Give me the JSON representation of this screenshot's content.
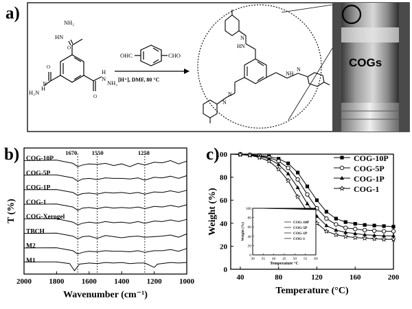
{
  "figure": {
    "panel_a_label": "a)",
    "panel_b_label": "b)",
    "panel_c_label": "c)"
  },
  "scheme": {
    "reagent_label": "OHC",
    "reagent_label_right": "CHO",
    "conditions": "[H⁺], DMF, 80 °C",
    "monomer_groups": [
      "NH₂",
      "HN",
      "H",
      "N",
      "NH₂",
      "H₂N",
      "N",
      "H"
    ],
    "product_groups": [
      "HN",
      "N",
      "NH",
      "N",
      "N",
      "N"
    ],
    "vial_label": "COGs"
  },
  "chart_data": [
    {
      "type": "line",
      "title": "",
      "xlabel": "Wavenumber (cm⁻¹)",
      "ylabel": "T (%)",
      "xlim": [
        2000,
        1000
      ],
      "x_ticks": [
        2000,
        1800,
        1600,
        1400,
        1200,
        1000
      ],
      "annotations": [
        "1670",
        "1550",
        "1258"
      ],
      "marker_lines_x": [
        1670,
        1550,
        1258
      ],
      "series": [
        {
          "name": "COG-10P",
          "x": [
            2000,
            1900,
            1800,
            1700,
            1670,
            1640,
            1600,
            1550,
            1500,
            1450,
            1400,
            1350,
            1300,
            1258,
            1200,
            1150,
            1100,
            1050,
            1000
          ],
          "y": [
            0.85,
            0.87,
            0.9,
            0.6,
            0.3,
            0.45,
            0.55,
            0.5,
            0.6,
            0.4,
            0.55,
            0.3,
            0.6,
            0.45,
            0.7,
            0.65,
            0.85,
            0.55,
            0.8
          ]
        },
        {
          "name": "COG-5P",
          "x": [
            2000,
            1900,
            1800,
            1700,
            1670,
            1640,
            1600,
            1550,
            1500,
            1450,
            1400,
            1350,
            1300,
            1258,
            1200,
            1150,
            1100,
            1050,
            1000
          ],
          "y": [
            0.85,
            0.87,
            0.88,
            0.6,
            0.3,
            0.5,
            0.55,
            0.45,
            0.6,
            0.55,
            0.55,
            0.5,
            0.6,
            0.4,
            0.65,
            0.6,
            0.75,
            0.55,
            0.8
          ]
        },
        {
          "name": "COG-1P",
          "x": [
            2000,
            1900,
            1800,
            1700,
            1670,
            1640,
            1600,
            1550,
            1500,
            1450,
            1400,
            1350,
            1300,
            1258,
            1200,
            1150,
            1100,
            1050,
            1000
          ],
          "y": [
            0.85,
            0.86,
            0.87,
            0.6,
            0.35,
            0.5,
            0.55,
            0.45,
            0.6,
            0.55,
            0.6,
            0.5,
            0.6,
            0.45,
            0.65,
            0.6,
            0.75,
            0.6,
            0.8
          ]
        },
        {
          "name": "COG-1",
          "x": [
            2000,
            1900,
            1800,
            1700,
            1670,
            1640,
            1600,
            1550,
            1500,
            1450,
            1400,
            1350,
            1300,
            1258,
            1200,
            1150,
            1100,
            1050,
            1000
          ],
          "y": [
            0.85,
            0.86,
            0.87,
            0.6,
            0.3,
            0.5,
            0.55,
            0.45,
            0.6,
            0.5,
            0.55,
            0.5,
            0.6,
            0.45,
            0.65,
            0.6,
            0.75,
            0.6,
            0.8
          ]
        },
        {
          "name": "COG-Xerogel",
          "x": [
            2000,
            1900,
            1800,
            1700,
            1670,
            1640,
            1600,
            1550,
            1500,
            1450,
            1400,
            1350,
            1300,
            1258,
            1200,
            1150,
            1100,
            1050,
            1000
          ],
          "y": [
            0.85,
            0.86,
            0.87,
            0.55,
            0.3,
            0.45,
            0.55,
            0.45,
            0.6,
            0.5,
            0.55,
            0.45,
            0.6,
            0.45,
            0.65,
            0.6,
            0.75,
            0.6,
            0.8
          ]
        },
        {
          "name": "TBCH",
          "x": [
            2000,
            1900,
            1800,
            1700,
            1670,
            1640,
            1600,
            1550,
            1500,
            1450,
            1400,
            1350,
            1300,
            1258,
            1200,
            1150,
            1100,
            1050,
            1000
          ],
          "y": [
            0.85,
            0.86,
            0.87,
            0.6,
            0.35,
            0.55,
            0.6,
            0.4,
            0.65,
            0.55,
            0.45,
            0.55,
            0.6,
            0.5,
            0.55,
            0.6,
            0.7,
            0.5,
            0.8
          ]
        },
        {
          "name": "M2",
          "x": [
            2000,
            1900,
            1800,
            1700,
            1670,
            1640,
            1600,
            1550,
            1500,
            1450,
            1400,
            1350,
            1300,
            1258,
            1200,
            1150,
            1100,
            1050,
            1000
          ],
          "y": [
            0.85,
            0.86,
            0.87,
            0.6,
            0.3,
            0.45,
            0.55,
            0.5,
            0.6,
            0.55,
            0.55,
            0.5,
            0.6,
            0.45,
            0.6,
            0.6,
            0.7,
            0.55,
            0.8
          ]
        },
        {
          "name": "M1",
          "x": [
            2000,
            1900,
            1800,
            1720,
            1690,
            1660,
            1600,
            1550,
            1500,
            1450,
            1400,
            1350,
            1300,
            1258,
            1200,
            1180,
            1100,
            1050,
            1000
          ],
          "y": [
            0.9,
            0.9,
            0.9,
            0.75,
            0.1,
            0.7,
            0.8,
            0.75,
            0.85,
            0.8,
            0.85,
            0.75,
            0.8,
            0.8,
            0.4,
            0.7,
            0.85,
            0.8,
            0.85
          ]
        }
      ]
    },
    {
      "type": "line",
      "title": "",
      "xlabel": "Temperature (°C)",
      "ylabel": "Weight (%)",
      "xlim": [
        30,
        200
      ],
      "ylim": [
        0,
        100
      ],
      "x_ticks": [
        40,
        80,
        120,
        160,
        200
      ],
      "y_ticks": [
        0,
        20,
        40,
        60,
        80,
        100
      ],
      "legend_position": "top-right",
      "series": [
        {
          "name": "COG-10P",
          "marker": "filled-square",
          "x": [
            30,
            40,
            50,
            60,
            70,
            80,
            90,
            100,
            110,
            120,
            130,
            140,
            150,
            160,
            170,
            180,
            190,
            200
          ],
          "y": [
            100,
            100,
            99.5,
            99,
            98,
            96,
            92,
            84,
            72,
            60,
            50,
            44,
            41,
            39.5,
            38.5,
            38,
            37.5,
            37
          ]
        },
        {
          "name": "COG-5P",
          "marker": "open-circle",
          "x": [
            30,
            40,
            50,
            60,
            70,
            80,
            90,
            100,
            110,
            120,
            130,
            140,
            150,
            160,
            170,
            180,
            190,
            200
          ],
          "y": [
            100,
            100,
            99.5,
            98.5,
            97,
            94,
            88,
            78,
            65,
            53,
            44,
            39,
            36,
            35,
            34,
            33.5,
            33,
            33
          ]
        },
        {
          "name": "COG-1P",
          "marker": "filled-triangle",
          "x": [
            30,
            40,
            50,
            60,
            70,
            80,
            90,
            100,
            110,
            120,
            130,
            140,
            150,
            160,
            170,
            180,
            190,
            200
          ],
          "y": [
            100,
            100,
            99,
            98,
            96,
            91,
            83,
            71,
            57,
            46,
            38,
            34,
            32,
            31,
            30,
            29.5,
            29,
            29
          ]
        },
        {
          "name": "COG-1",
          "marker": "open-star",
          "x": [
            30,
            40,
            50,
            60,
            70,
            80,
            90,
            100,
            110,
            120,
            130,
            140,
            150,
            160,
            170,
            180,
            190,
            200
          ],
          "y": [
            100,
            99.5,
            99,
            97,
            94,
            87,
            77,
            63,
            50,
            40,
            33,
            30,
            28.5,
            27.5,
            27,
            26.5,
            26,
            26
          ]
        }
      ]
    },
    {
      "type": "line",
      "title": "",
      "xlabel": "Temperature °C",
      "ylabel": "Weight (%)",
      "xlim": [
        30,
        60
      ],
      "ylim": [
        0,
        100
      ],
      "x_ticks": [
        30,
        35,
        40,
        45,
        50,
        55,
        60
      ],
      "y_ticks": [
        0,
        20,
        40,
        60,
        80,
        100
      ],
      "legend_position": "right",
      "series": [
        {
          "name": "COG-10P",
          "x": [
            30,
            35,
            40,
            45,
            50,
            55,
            60
          ],
          "y": [
            100,
            100,
            99.8,
            99.6,
            99.4,
            99.2,
            99
          ]
        },
        {
          "name": "COG-5P",
          "x": [
            30,
            35,
            40,
            45,
            50,
            55,
            60
          ],
          "y": [
            100,
            99.9,
            99.7,
            99.4,
            99.1,
            98.8,
            98.5
          ]
        },
        {
          "name": "COG-1P",
          "x": [
            30,
            35,
            40,
            45,
            50,
            55,
            60
          ],
          "y": [
            100,
            99.8,
            99.5,
            99.2,
            98.8,
            98.4,
            98
          ]
        },
        {
          "name": "COG-1",
          "x": [
            30,
            35,
            40,
            45,
            50,
            55,
            60
          ],
          "y": [
            100,
            99.7,
            99.3,
            98.8,
            98.2,
            97.6,
            97
          ]
        }
      ]
    }
  ]
}
